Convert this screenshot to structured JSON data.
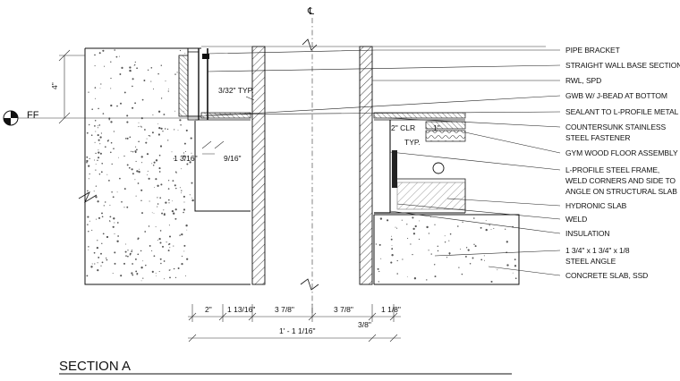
{
  "title": "SECTION A",
  "centerline_symbol": "℄",
  "elevation_marker": "FF",
  "callouts": [
    "PIPE BRACKET",
    "STRAIGHT WALL BASE SECTION",
    "RWL, SPD",
    "GWB W/ J-BEAD AT BOTTOM",
    "SEALANT TO L-PROFILE METAL FRAME",
    "COUNTERSUNK STAINLESS",
    "STEEL FASTENER",
    "GYM WOOD FLOOR ASSEMBLY",
    "L-PROFILE STEEL FRAME,",
    "WELD CORNERS AND SIDE TO",
    "ANGLE ON STRUCTURAL SLAB",
    "HYDRONIC SLAB",
    "WELD",
    "INSULATION",
    "1 3/4\" x 1 3/4\" x 1/8",
    "STEEL ANGLE",
    "CONCRETE SLAB, SSD"
  ],
  "notes": {
    "typ_32": "3/32\" TYP.",
    "clr": "2\" CLR",
    "one_inch": "1\"",
    "typ": "TYP.",
    "four_inch": "4\"",
    "d_1_3_16": "1 3/16\"",
    "d_9_16": "9/16\""
  },
  "dimensions": {
    "d1": "2\"",
    "d2": "1 13/16\"",
    "d3": "3 7/8\"",
    "d4": "3 7/8\"",
    "d5": "1 1/8\"",
    "d6": "3/8\"",
    "total": "1' - 1 1/16\""
  }
}
